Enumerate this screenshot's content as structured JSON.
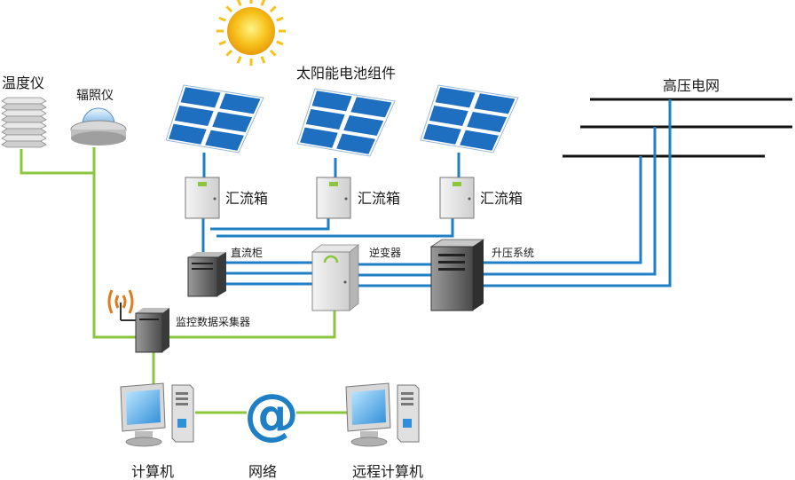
{
  "labels": {
    "solar_modules": "太阳能电池组件",
    "combiner_1": "汇流箱",
    "combiner_2": "汇流箱",
    "combiner_3": "汇流箱",
    "dc_cabinet": "直流柜",
    "inverter": "逆变器",
    "boost_system": "升压系统",
    "hv_grid": "高压电网",
    "thermometer": "温度仪",
    "irradiance_meter": "辐照仪",
    "data_collector": "监控数据采集器",
    "computer": "计算机",
    "network": "网络",
    "remote_computer": "远程计算机",
    "network_symbol": "@"
  },
  "colors": {
    "power_line": "#1f7fc4",
    "data_line": "#8cc63f",
    "grid_line": "#111111",
    "panel": "#1e6fc0",
    "sun": "#f7c21b",
    "antenna_signal": "#e07b1a"
  },
  "icons": {
    "sun": "sun-icon",
    "panel": "solar-panel-icon",
    "combiner": "combiner-box-icon",
    "dc_cabinet": "dc-cabinet-icon",
    "inverter": "inverter-icon",
    "boost": "boost-transformer-icon",
    "thermometer": "thermometer-icon",
    "irradiance": "irradiance-sensor-icon",
    "collector": "data-collector-icon",
    "computer": "computer-icon",
    "network": "at-network-icon"
  }
}
